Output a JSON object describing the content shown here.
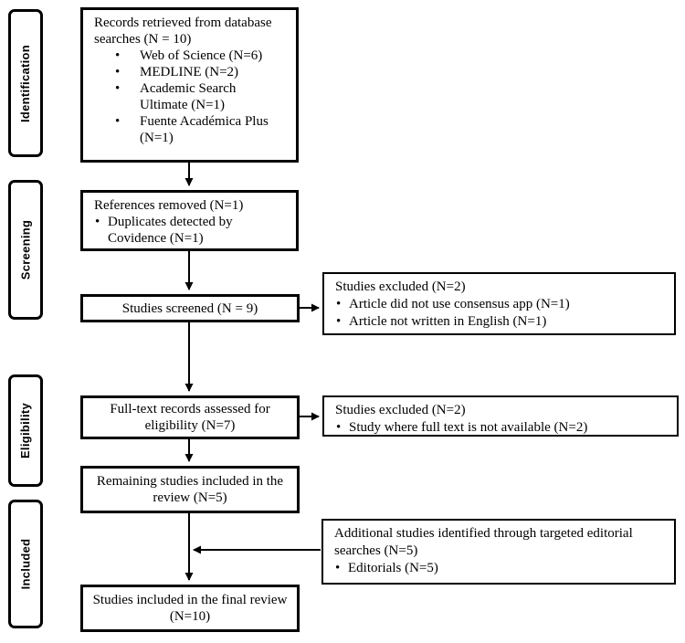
{
  "sidebar": {
    "stages": [
      "Identification",
      "Screening",
      "Eligibility",
      "Included"
    ]
  },
  "flow": {
    "records_retrieved": {
      "title": "Records retrieved from database searches (N = 10)",
      "bullets": [
        "Web of Science (N=6)",
        "MEDLINE (N=2)",
        "Academic Search Ultimate (N=1)",
        "Fuente Académica Plus (N=1)"
      ]
    },
    "references_removed": {
      "title": "References removed (N=1)",
      "bullets": [
        "Duplicates detected by Covidence (N=1)"
      ]
    },
    "studies_screened": {
      "title": "Studies screened (N = 9)"
    },
    "fulltext_assessed": {
      "title": "Full-text records assessed for eligibility (N=7)"
    },
    "remaining_included": {
      "title": "Remaining studies included in the review (N=5)"
    },
    "final_included": {
      "title": "Studies included in the final review (N=10)"
    }
  },
  "exclusions": {
    "screening_excluded": {
      "title": "Studies excluded (N=2)",
      "bullets": [
        "Article did not use consensus app (N=1)",
        "Article not written in English (N=1)"
      ]
    },
    "eligibility_excluded": {
      "title": "Studies excluded (N=2)",
      "bullets": [
        "Study where full text is not available (N=2)"
      ]
    },
    "additional_studies": {
      "title": "Additional studies identified through targeted editorial searches (N=5)",
      "bullets": [
        "Editorials (N=5)"
      ]
    }
  },
  "colors": {
    "border": "#000000",
    "background": "#ffffff",
    "text": "#000000",
    "arrow": "#000000"
  }
}
